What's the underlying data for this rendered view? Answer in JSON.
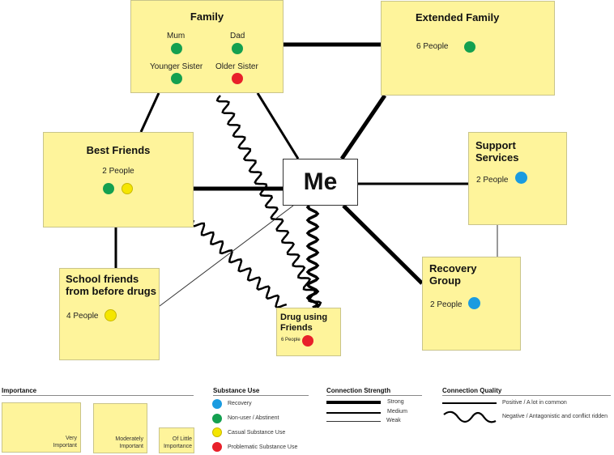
{
  "center": {
    "label": "Me"
  },
  "colors": {
    "recovery": "#1a9be0",
    "non_user": "#14a050",
    "casual": "#f5e600",
    "problematic": "#e8202a",
    "box_fill": "#fef49b"
  },
  "groups": {
    "family": {
      "title": "Family",
      "members": [
        {
          "label": "Mum",
          "status": "non_user"
        },
        {
          "label": "Dad",
          "status": "non_user"
        },
        {
          "label": "Younger Sister",
          "status": "non_user"
        },
        {
          "label": "Older Sister",
          "status": "problematic"
        }
      ],
      "importance": "very_important"
    },
    "extended_family": {
      "title": "Extended Family",
      "count_label": "6 People",
      "statuses": [
        "non_user"
      ],
      "importance": "very_important"
    },
    "best_friends": {
      "title": "Best Friends",
      "count_label": "2 People",
      "statuses": [
        "non_user",
        "casual"
      ],
      "importance": "very_important"
    },
    "support_services": {
      "title": "Support Services",
      "count_label": "2 People",
      "statuses": [
        "recovery"
      ],
      "importance": "moderately_important"
    },
    "school_friends": {
      "title": "School friends from before drugs",
      "count_label": "4 People",
      "statuses": [
        "casual"
      ],
      "importance": "moderately_important"
    },
    "recovery_group": {
      "title": "Recovery Group",
      "count_label": "2 People",
      "statuses": [
        "recovery"
      ],
      "importance": "moderately_important"
    },
    "drug_friends": {
      "title": "Drug using Friends",
      "count_label": "6 People",
      "statuses": [
        "problematic"
      ],
      "importance": "of_little_importance"
    }
  },
  "connections": [
    {
      "from": "family",
      "to": "extended_family",
      "strength": "strong",
      "quality": "positive"
    },
    {
      "from": "family",
      "to": "me",
      "strength": "medium",
      "quality": "positive"
    },
    {
      "from": "family",
      "to": "best_friends",
      "strength": "medium",
      "quality": "positive"
    },
    {
      "from": "family",
      "to": "drug_friends",
      "strength": "medium",
      "quality": "negative"
    },
    {
      "from": "extended_family",
      "to": "me",
      "strength": "strong",
      "quality": "positive"
    },
    {
      "from": "best_friends",
      "to": "me",
      "strength": "strong",
      "quality": "positive"
    },
    {
      "from": "best_friends",
      "to": "school_friends",
      "strength": "medium",
      "quality": "positive"
    },
    {
      "from": "best_friends",
      "to": "drug_friends",
      "strength": "medium",
      "quality": "negative"
    },
    {
      "from": "support_services",
      "to": "me",
      "strength": "medium",
      "quality": "positive"
    },
    {
      "from": "support_services",
      "to": "recovery_group",
      "strength": "weak",
      "quality": "positive"
    },
    {
      "from": "recovery_group",
      "to": "me",
      "strength": "strong",
      "quality": "positive"
    },
    {
      "from": "school_friends",
      "to": "me",
      "strength": "weak",
      "quality": "positive"
    },
    {
      "from": "drug_friends",
      "to": "me",
      "strength": "strong",
      "quality": "negative"
    }
  ],
  "legend": {
    "importance": {
      "title": "Importance",
      "items": [
        {
          "line1": "Very",
          "line2": "Important"
        },
        {
          "line1": "Moderately",
          "line2": "Important"
        },
        {
          "line1": "Of Little",
          "line2": "Importance"
        }
      ]
    },
    "substance_use": {
      "title": "Substance Use",
      "items": [
        {
          "key": "recovery",
          "label": "Recovery"
        },
        {
          "key": "non_user",
          "label": "Non-user / Abstinent"
        },
        {
          "key": "casual",
          "label": "Casual Substance Use"
        },
        {
          "key": "problematic",
          "label": "Problematic Substance Use"
        }
      ]
    },
    "connection_strength": {
      "title": "Connection Strength",
      "items": [
        {
          "key": "strong",
          "label": "Strong"
        },
        {
          "key": "medium",
          "label": "Medium"
        },
        {
          "key": "weak",
          "label": "Weak"
        }
      ]
    },
    "connection_quality": {
      "title": "Connection Quality",
      "items": [
        {
          "key": "positive",
          "label": "Positive / A lot in common"
        },
        {
          "key": "negative",
          "label": "Negative / Antagonistic and conflict ridden"
        }
      ]
    }
  }
}
